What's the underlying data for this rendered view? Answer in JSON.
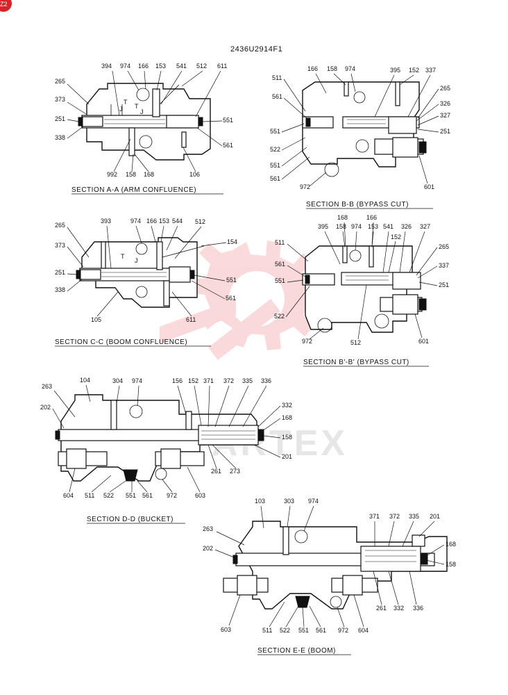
{
  "page": {
    "corner_mark": "Z2",
    "drawing_number": "2436U2914F1",
    "watermark_text": "PARTEX",
    "colors": {
      "ink": "#111111",
      "watermark": "#e8323c",
      "corner": "#d8232a",
      "paper": "#ffffff"
    }
  },
  "sections": {
    "aa": {
      "caption": "SECTION  A-A  (ARM CONFLUENCE)",
      "inner": [
        "T",
        "J",
        "T",
        "J"
      ],
      "labels": [
        "394",
        "974",
        "166",
        "153",
        "541",
        "512",
        "611",
        "265",
        "373",
        "251",
        "338",
        "551",
        "561",
        "992",
        "158",
        "168",
        "106"
      ]
    },
    "bb": {
      "caption": "SECTION  B-B  (BYPASS CUT)",
      "labels": [
        "166",
        "158",
        "974",
        "395",
        "152",
        "337",
        "511",
        "265",
        "561",
        "326",
        "327",
        "551",
        "251",
        "522",
        "551",
        "561",
        "972",
        "601"
      ]
    },
    "cc": {
      "caption": "SECTION  C-C  (BOOM CONFLUENCE)",
      "inner": [
        "T",
        "J"
      ],
      "labels": [
        "265",
        "393",
        "974",
        "166",
        "153",
        "544",
        "512",
        "154",
        "373",
        "251",
        "551",
        "338",
        "561",
        "105",
        "611"
      ]
    },
    "bb2": {
      "caption": "SECTION  B'-B'  (BYPASS CUT)",
      "labels": [
        "168",
        "166",
        "395",
        "158",
        "974",
        "153",
        "541",
        "326",
        "327",
        "152",
        "511",
        "265",
        "561",
        "337",
        "551",
        "251",
        "522",
        "972",
        "512",
        "601"
      ]
    },
    "dd": {
      "caption": "SECTION  D-D  (BUCKET)",
      "labels": [
        "263",
        "104",
        "304",
        "974",
        "156",
        "152",
        "371",
        "372",
        "335",
        "336",
        "202",
        "332",
        "168",
        "158",
        "201",
        "261",
        "273",
        "604",
        "511",
        "522",
        "551",
        "561",
        "972",
        "603"
      ]
    },
    "ee": {
      "caption": "SECTION  E-E  (BOOM)",
      "labels": [
        "103",
        "303",
        "974",
        "371",
        "372",
        "335",
        "201",
        "263",
        "168",
        "202",
        "158",
        "261",
        "332",
        "336",
        "603",
        "511",
        "522",
        "551",
        "561",
        "972",
        "604"
      ]
    }
  }
}
